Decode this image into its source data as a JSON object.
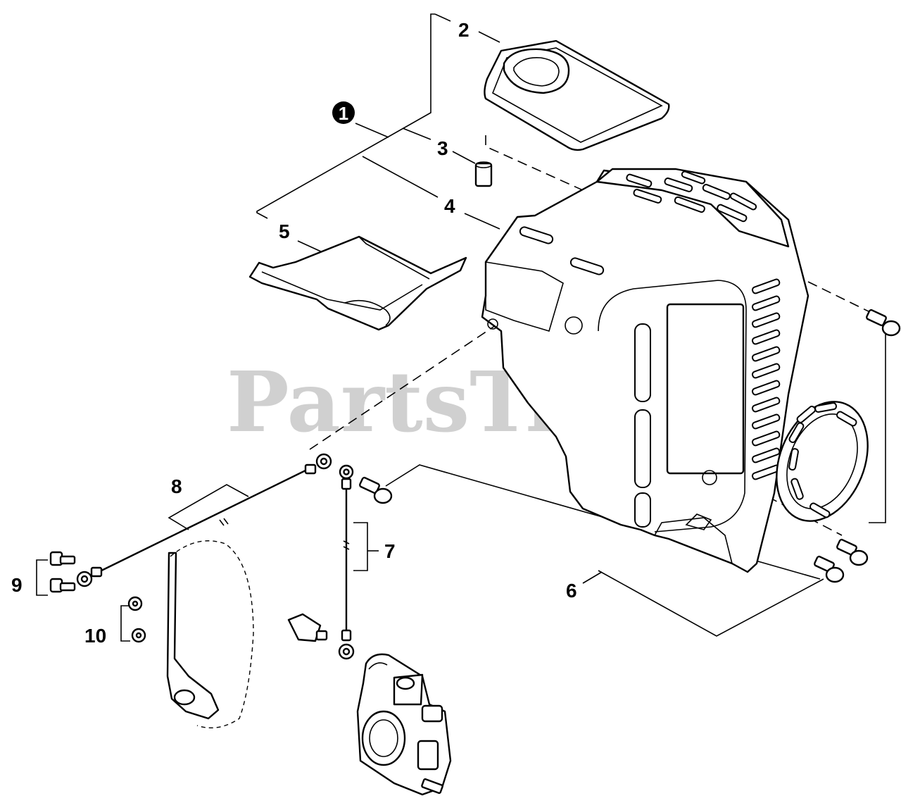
{
  "watermark": "PartsTree",
  "callouts": {
    "c1": "1",
    "c2": "2",
    "c3": "3",
    "c4": "4",
    "c5": "5",
    "c6": "6",
    "c7": "7",
    "c8": "8",
    "c9": "9",
    "c10": "10"
  },
  "colors": {
    "line": "#000000",
    "watermark": "#d0d0d0",
    "background": "#ffffff"
  }
}
